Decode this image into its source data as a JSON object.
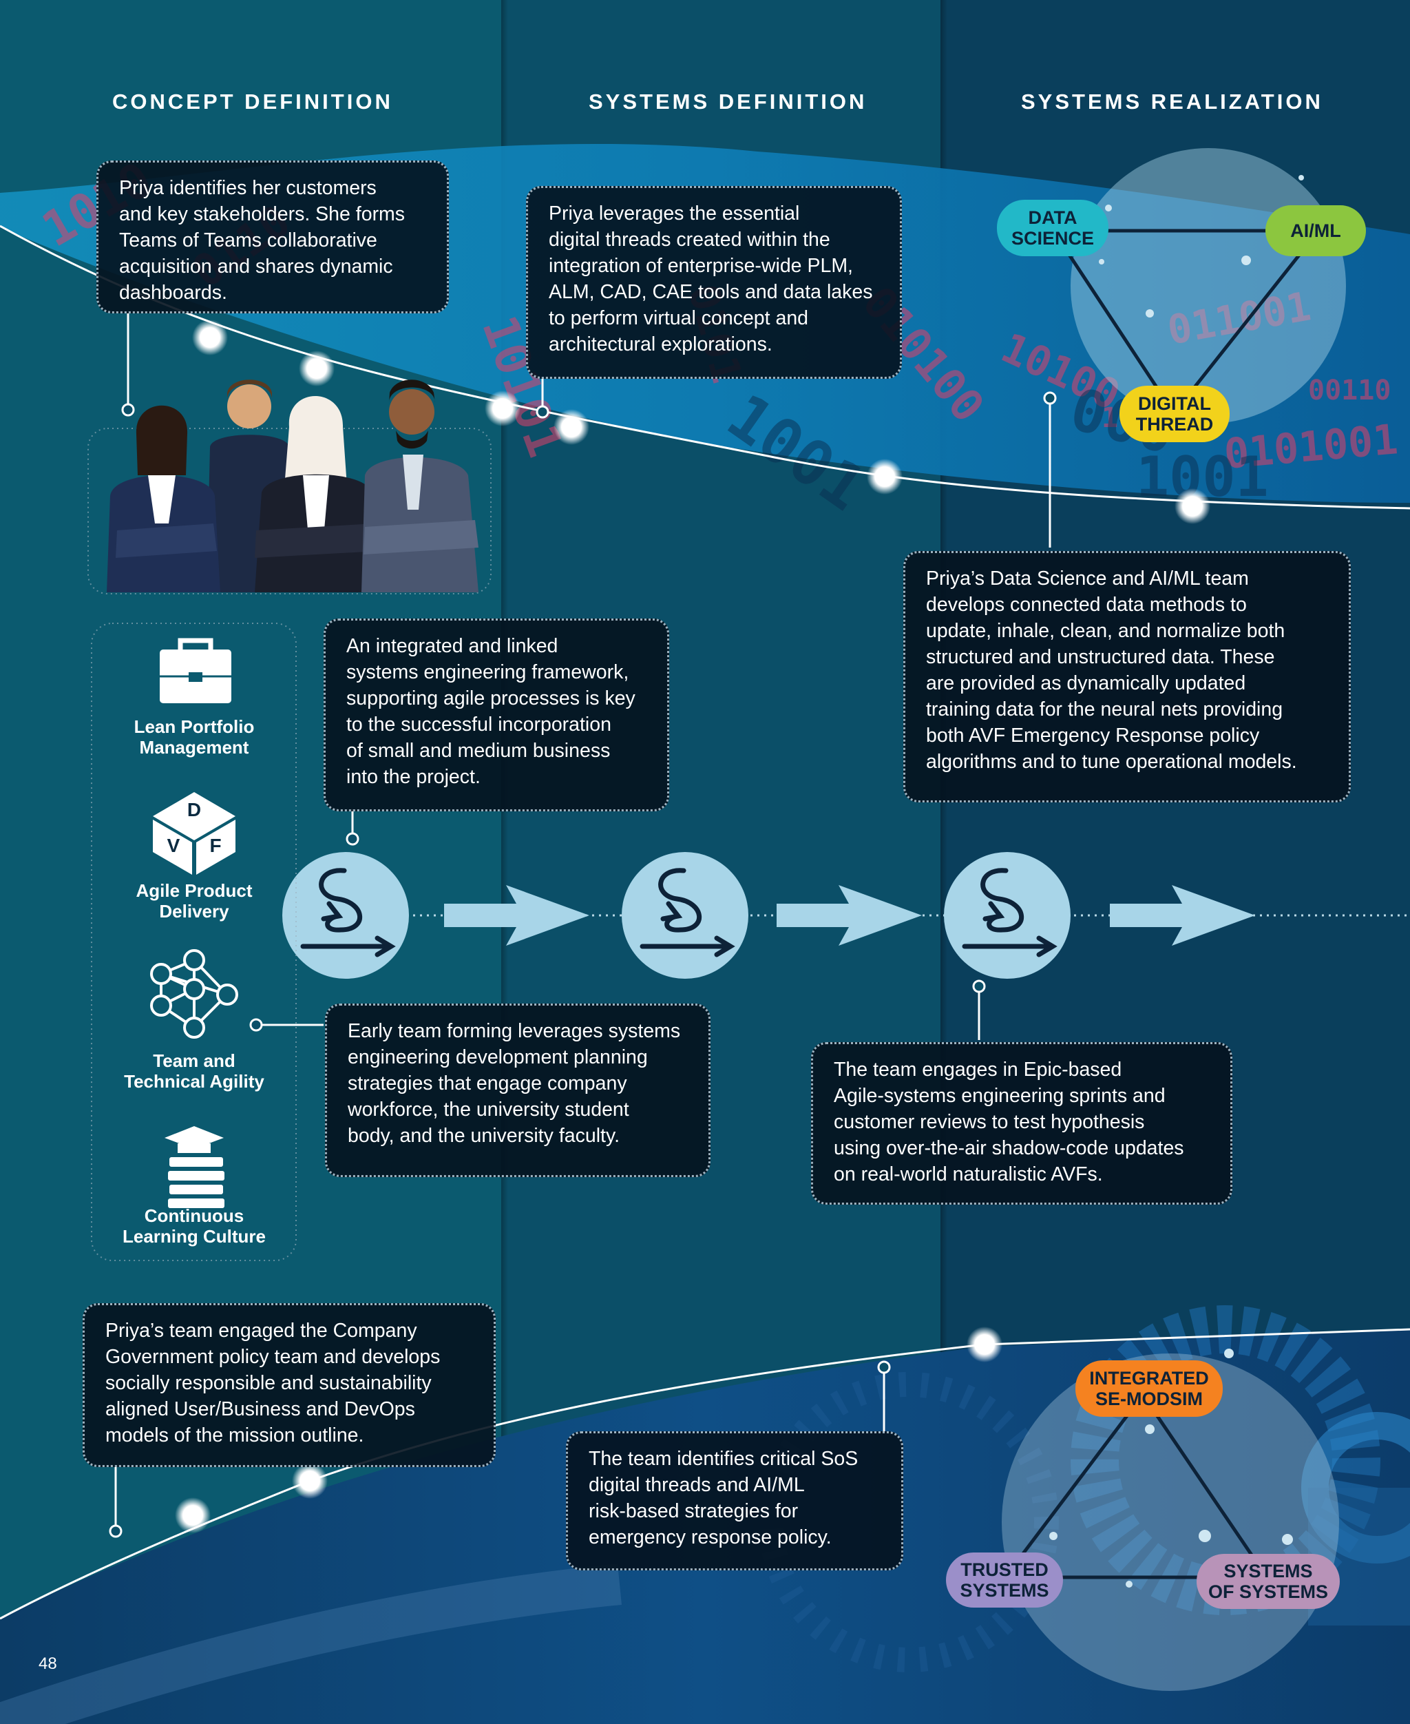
{
  "columns": [
    {
      "heading": "CONCEPT DEFINITION"
    },
    {
      "heading": "SYSTEMS DEFINITION"
    },
    {
      "heading": "SYSTEMS REALIZATION"
    }
  ],
  "callouts": {
    "customers": "Priya identifies her customers\nand key stakeholders. She forms\nTeams of Teams collaborative\nacquisition and shares dynamic\ndashboards.",
    "digital_threads": "Priya leverages the essential\ndigital threads created within the\nintegration of enterprise-wide PLM,\nALM, CAD, CAE tools and data lakes\nto perform virtual concept and\narchitectural explorations.",
    "framework": "An integrated and linked\nsystems engineering framework,\nsupporting agile processes is key\nto the successful incorporation\nof small and medium business\ninto the project.",
    "data_science": "Priya’s Data Science and AI/ML team\n develops connected data methods to\nupdate, inhale, clean, and normalize both\nstructured and unstructured data. These\nare provided as dynamically updated\ntraining data for the neural nets providing\nboth AVF Emergency Response policy\nalgorithms and to tune operational models.",
    "team_forming": "Early team forming leverages systems\nengineering development planning\nstrategies that engage company\nworkforce, the university student\nbody, and the university faculty.",
    "epic_sprints": "The team engages in Epic-based\nAgile-systems engineering sprints and\ncustomer reviews to test hypothesis\nusing over-the-air shadow-code updates\non real-world naturalistic AVFs.",
    "policy_team": "Priya’s team engaged the Company\nGovernment policy team and develops\nsocially responsible and sustainability\naligned User/Business and DevOps\nmodels of the mission outline.",
    "sos_threads": "The team identifies critical SoS\ndigital threads and AI/ML\nrisk-based strategies for\nemergency response policy."
  },
  "top_triangle": {
    "data_science": "DATA\nSCIENCE",
    "aiml": "AI/ML",
    "digital_thread": "DIGITAL\nTHREAD"
  },
  "bottom_triangle": {
    "integrated": "INTEGRATED\nSE-MODSIM",
    "trusted": "TRUSTED\nSYSTEMS",
    "sos": "SYSTEMS\nOF SYSTEMS"
  },
  "sidebar": [
    {
      "label": "Lean Portfolio\nManagement",
      "icon": "briefcase-icon"
    },
    {
      "label": "Agile Product\nDelivery",
      "icon": "dvf-cube-icon",
      "cube_letters": [
        "D",
        "V",
        "F"
      ]
    },
    {
      "label": "Team and\nTechnical Agility",
      "icon": "team-network-icon"
    },
    {
      "label": "Continuous\nLearning Culture",
      "icon": "graduation-books-icon"
    }
  ],
  "page_number": "48",
  "colors": {
    "tag_cyan": "#22b8c8",
    "tag_green": "#8cc63f",
    "tag_yellow": "#f2d21b",
    "tag_orange": "#f58220",
    "tag_purple": "#9b8fc9",
    "tag_pink": "#b893b8",
    "bubble": "#a8d5e8"
  }
}
